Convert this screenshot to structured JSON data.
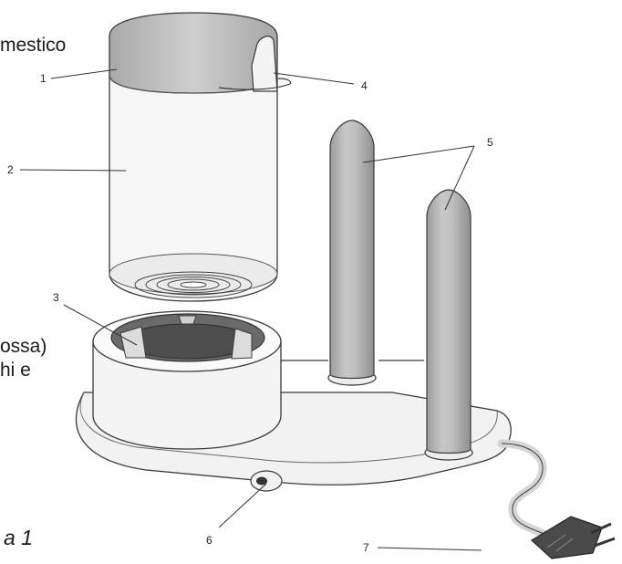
{
  "text_fragments": {
    "top_left": "mestico",
    "mid_left_1": "ossa)",
    "mid_left_2": "hi e",
    "caption": "a 1"
  },
  "callouts": [
    {
      "number": "1",
      "part": "lid"
    },
    {
      "number": "2",
      "part": "transparent-cylinder"
    },
    {
      "number": "3",
      "part": "bread-holder-ring"
    },
    {
      "number": "4",
      "part": "lid-handle"
    },
    {
      "number": "5",
      "part": "heating-spikes"
    },
    {
      "number": "6",
      "part": "switch"
    },
    {
      "number": "7",
      "part": "power-cord-plug"
    }
  ],
  "colors": {
    "line": "#3a3a3a",
    "grey_fill": "#b9b9b9",
    "light_fill": "#eeeeee",
    "dark_fill": "#555555"
  }
}
